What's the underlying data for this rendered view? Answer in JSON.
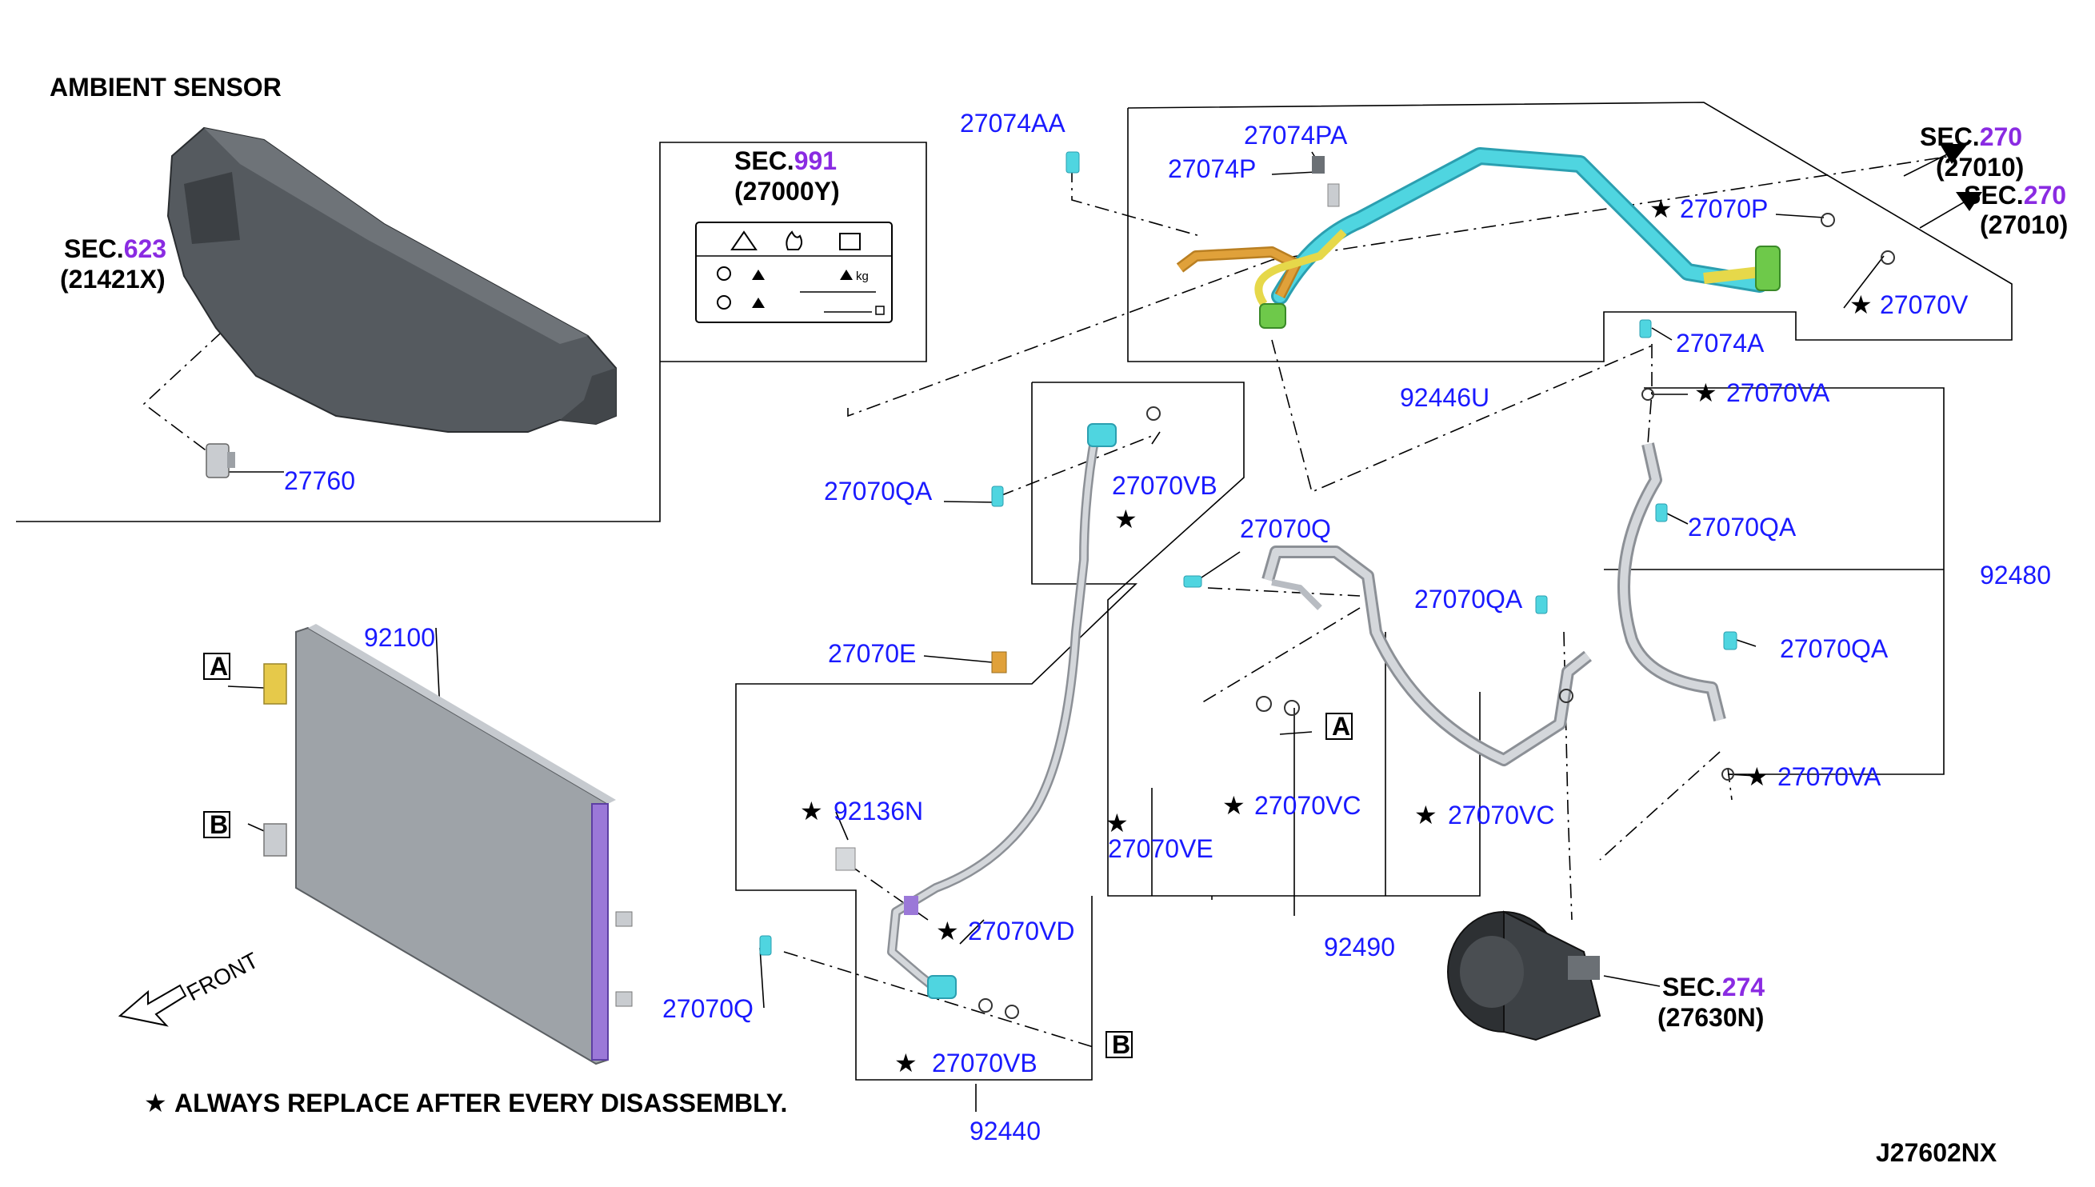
{
  "header": {
    "ambient_title": "AMBIENT SENSOR"
  },
  "sec_refs": {
    "s623": {
      "prefix": "SEC.",
      "num": "623",
      "code": "(21421X)"
    },
    "s991": {
      "prefix": "SEC.",
      "num": "991",
      "code": "(27000Y)"
    },
    "s270a": {
      "prefix": "SEC.",
      "num": "270",
      "code": "(27010)"
    },
    "s270b": {
      "prefix": "SEC.",
      "num": "270",
      "code": "(27010)"
    },
    "s274": {
      "prefix": "SEC.",
      "num": "274",
      "code": "(27630N)"
    }
  },
  "parts": {
    "p27074AA": "27074AA",
    "p27074PA": "27074PA",
    "p27074P": "27074P",
    "p27070P": "27070P",
    "p27070V": "27070V",
    "p27074A": "27074A",
    "p92446U": "92446U",
    "p27070VA_top": "27070VA",
    "p27070QA_right": "27070QA",
    "p92480": "92480",
    "p27070QA_far": "27070QA",
    "p27070VA_bot": "27070VA",
    "p27760": "27760",
    "p27070QA_left": "27070QA",
    "p27070VB_top": "27070VB",
    "p27070Q_mid": "27070Q",
    "p27070QA_mid": "27070QA",
    "p92100": "92100",
    "p27070E": "27070E",
    "p92136N": "92136N",
    "p27070VC_left": "27070VC",
    "p27070VC_right": "27070VC",
    "p27070VE": "27070VE",
    "p92490": "92490",
    "p27070VD": "27070VD",
    "p27070Q_bot": "27070Q",
    "p27070VB_bot": "27070VB",
    "p92440": "92440"
  },
  "markers": {
    "a": "A",
    "b": "B"
  },
  "front_label": "FRONT",
  "star_glyph": "★",
  "footnote": "ALWAYS REPLACE AFTER EVERY DISASSEMBLY.",
  "diagram_id": "J27602NX",
  "colors": {
    "label_blue": "#1a1aff",
    "sec_purple": "#8a2be2",
    "pipe_cyan": "#4fd5e0",
    "pipe_yellow": "#e6d84a",
    "pipe_orange": "#e0a13a",
    "pipe_gray": "#b8bcc2",
    "condenser_gray": "#9ea3a8",
    "receiver_purple": "#9b78d8",
    "part_green": "#6ec94a"
  }
}
